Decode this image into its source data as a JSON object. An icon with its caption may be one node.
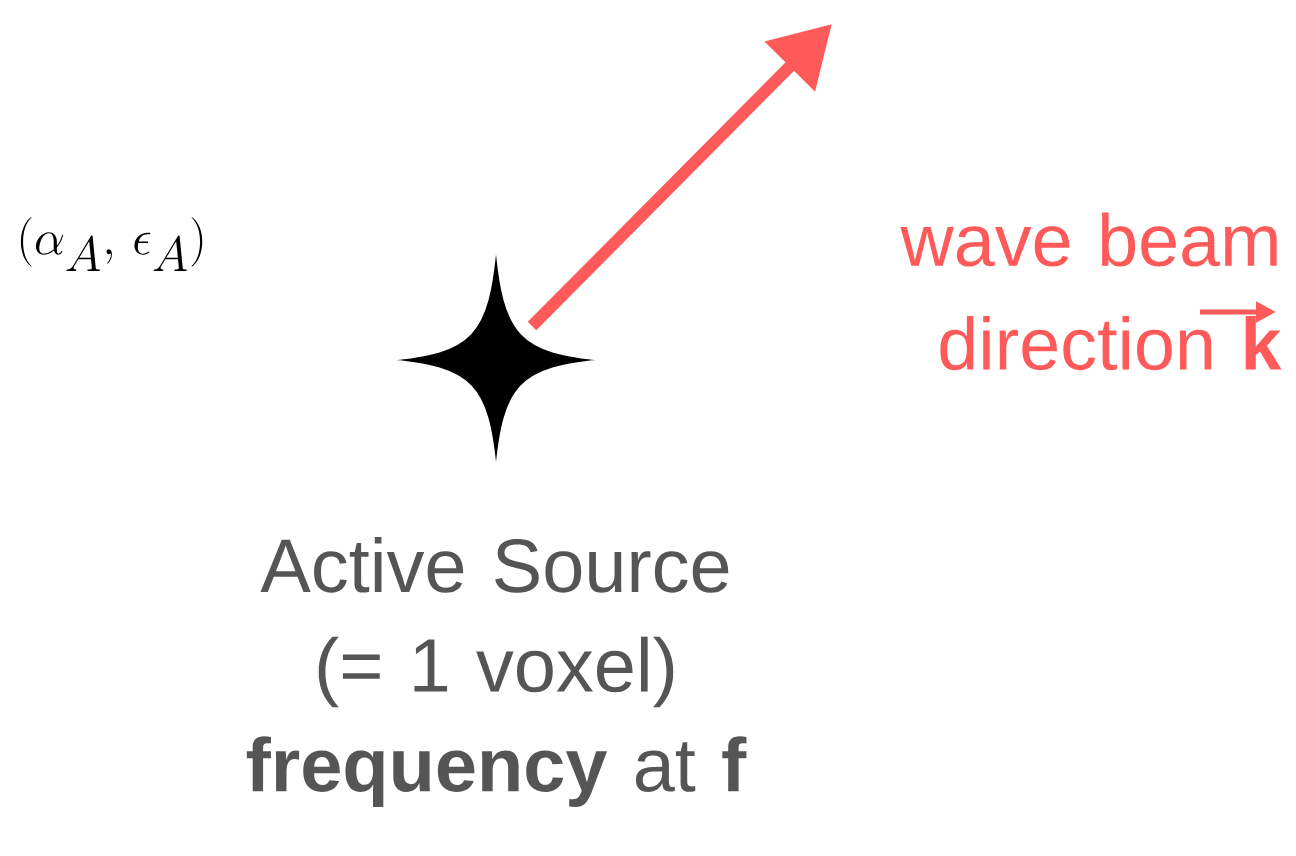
{
  "diagram": {
    "nodes": [
      {
        "text": [],
        "shape": "star",
        "beside": [
          "Active Source (= 1 voxel) **frequency** at **f**"
        ]
      }
    ],
    "labels": [
      "(\\alpha_A,\\, \\epsilon_A)",
      "wave beam direction **k**"
    ]
  }
}
